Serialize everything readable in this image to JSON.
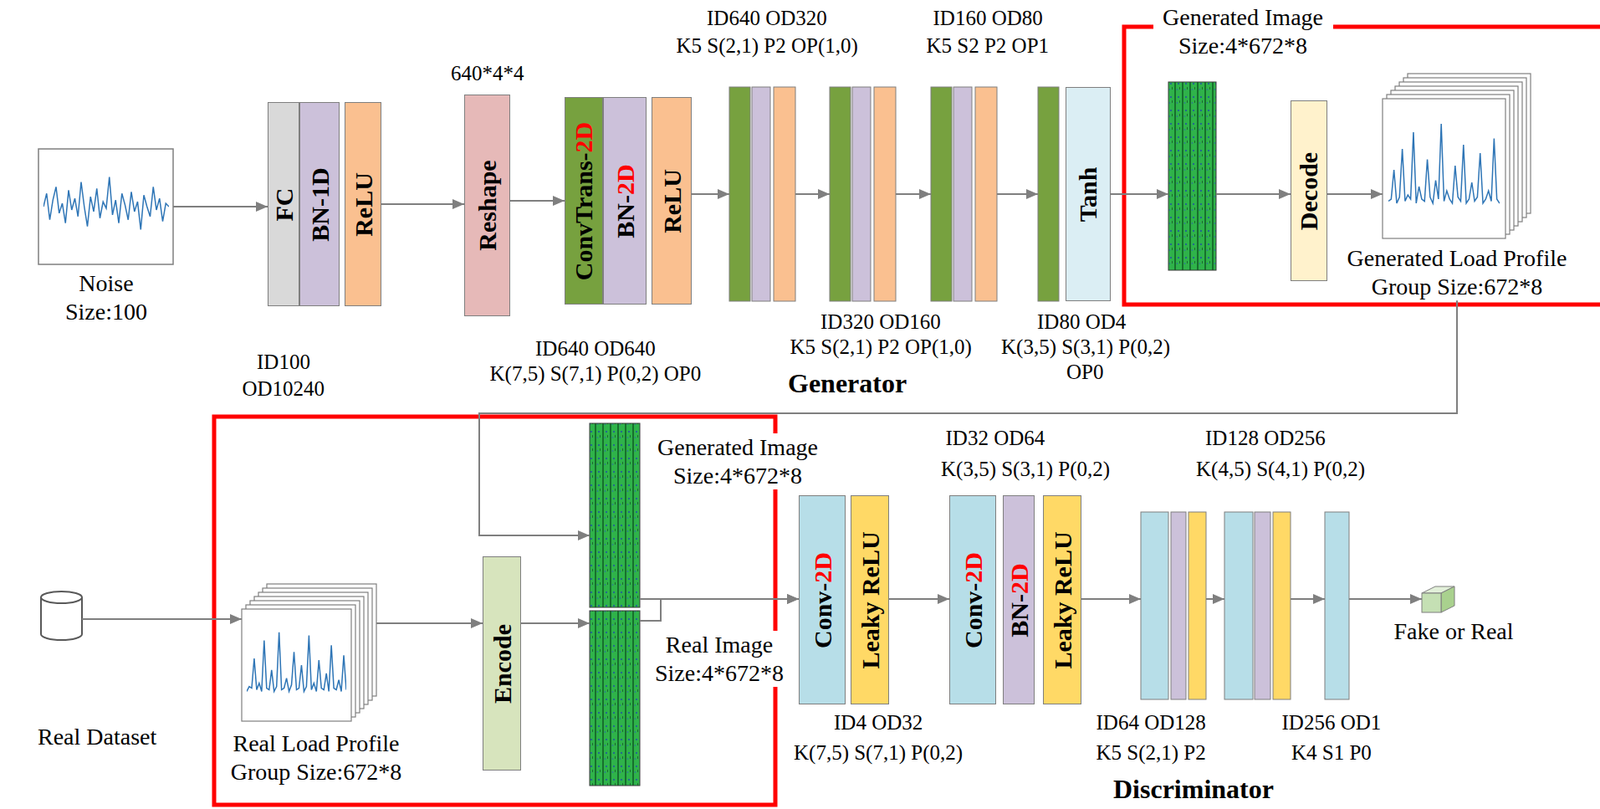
{
  "diagram": {
    "nodes": [
      {
        "text": [
          "Noise Size:100"
        ]
      },
      {
        "text": [
          "FC"
        ]
      },
      {
        "text": [
          "BN-1D"
        ]
      },
      {
        "text": [
          "ReLU"
        ]
      },
      {
        "text": [
          "Reshape"
        ]
      },
      {
        "text": [
          "ConvTrans-2D"
        ]
      },
      {
        "text": [
          "BN-2D"
        ]
      },
      {
        "text": [
          "ReLU"
        ]
      },
      {
        "text": [
          "Tanh"
        ]
      },
      {
        "text": [
          "Generated Image Size:4*672*8"
        ]
      },
      {
        "text": [
          "Decode"
        ]
      },
      {
        "text": [
          "Generated Load Profile Group Size:672*8"
        ]
      },
      {
        "text": [
          "Real Dataset"
        ]
      },
      {
        "text": [
          "Real Load Profile Group Size:672*8"
        ]
      },
      {
        "text": [
          "Encode"
        ]
      },
      {
        "text": [
          "Generated Image Size:4*672*8"
        ]
      },
      {
        "text": [
          "Real Image Size:4*672*8"
        ]
      },
      {
        "text": [
          "Conv-2D"
        ]
      },
      {
        "text": [
          "Leaky ReLU"
        ]
      },
      {
        "text": [
          "Conv-2D"
        ]
      },
      {
        "text": [
          "BN-2D"
        ]
      },
      {
        "text": [
          "Leaky ReLU"
        ]
      },
      {
        "text": [
          "Fake or Real"
        ]
      }
    ],
    "edges": [
      {
        "from": 0,
        "to": 1,
        "arrow": "to"
      },
      {
        "from": 3,
        "to": 4,
        "arrow": "to"
      },
      {
        "from": 4,
        "to": 5,
        "arrow": "to"
      },
      {
        "from": 8,
        "to": 9,
        "arrow": "to"
      },
      {
        "from": 9,
        "to": 10,
        "arrow": "to"
      },
      {
        "from": 10,
        "to": 11,
        "arrow": "to"
      },
      {
        "from": 11,
        "to": 15,
        "arrow": "to"
      },
      {
        "from": 12,
        "to": 13,
        "arrow": "to"
      },
      {
        "from": 13,
        "to": 14,
        "arrow": "to"
      },
      {
        "from": 14,
        "to": 16,
        "arrow": "to"
      },
      {
        "from": 15,
        "to": 17,
        "arrow": "to"
      },
      {
        "from": 16,
        "to": 17,
        "arrow": "to"
      },
      {
        "from": 18,
        "to": 19,
        "arrow": "to"
      }
    ],
    "labels": [
      "640*4*4",
      "ID640 OD320",
      "K5 S(2,1) P2 OP(1,0)",
      "ID160 OD80",
      "K5 S2 P2 OP1",
      "ID100",
      "OD10240",
      "ID640 OD640",
      "K(7,5) S(7,1) P(0,2) OP0",
      "ID320 OD160",
      "K5 S(2,1) P2 OP(1,0)",
      "ID80 OD4",
      "K(3,5) S(3,1) P(0,2)",
      "OP0",
      "Generator",
      "ID32 OD64",
      "K(3,5) S(3,1) P(0,2)",
      "ID128 OD256",
      "K(4,5) S(4,1) P(0,2)",
      "ID4 OD32",
      "K(7,5) S(7,1) P(0,2)",
      "ID64 OD128",
      "K5 S(2,1) P2",
      "ID256 OD1",
      "K4 S1 P0",
      "Discriminator"
    ]
  }
}
